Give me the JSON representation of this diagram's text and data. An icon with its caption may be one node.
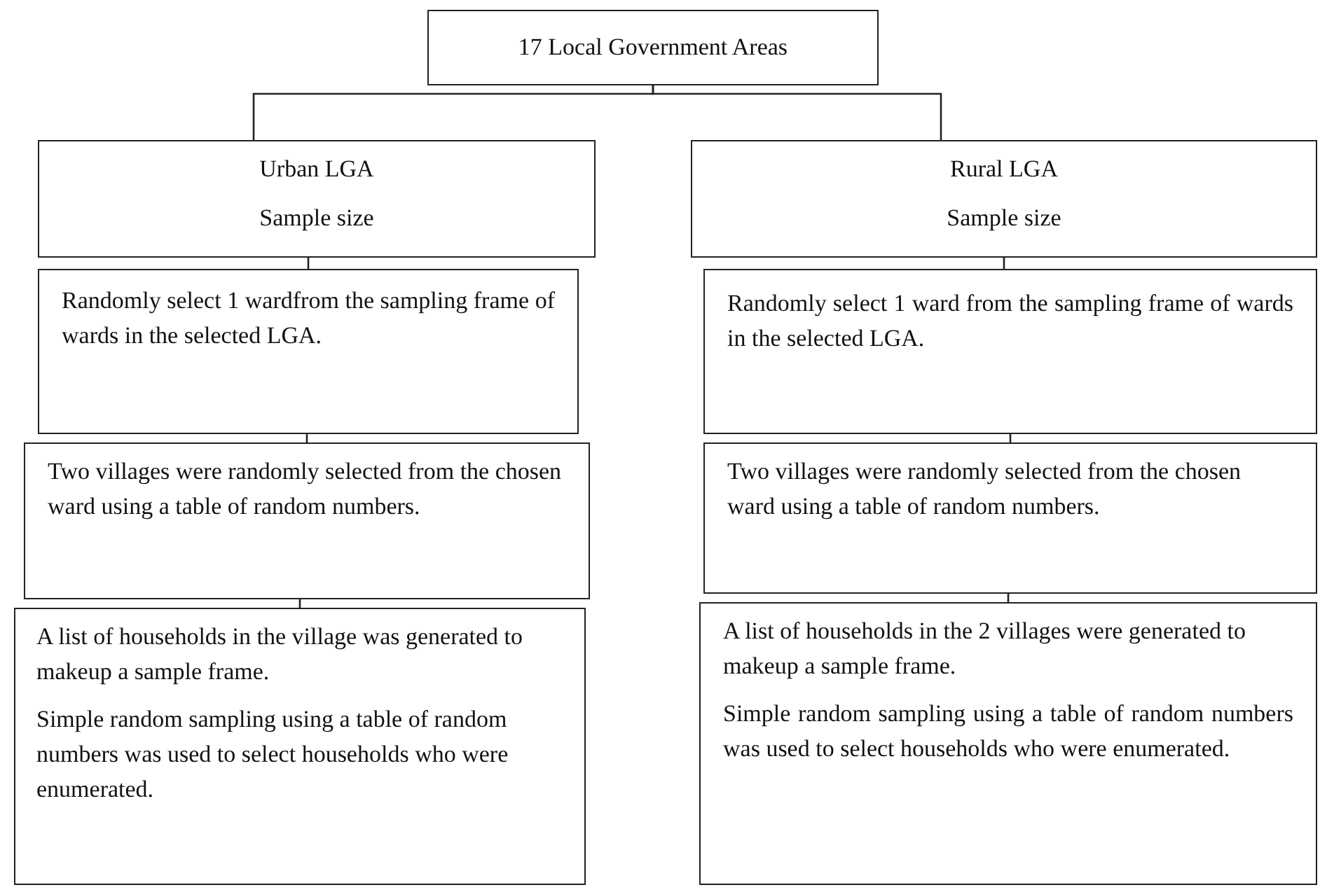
{
  "diagram": {
    "nodes": [
      {
        "text": [
          "17 Local Government Areas"
        ]
      },
      {
        "text": [
          "Urban LGA",
          "Sample size"
        ]
      },
      {
        "text": [
          "Rural LGA",
          "Sample size"
        ]
      },
      {
        "text": [
          "Randomly select 1 wardfrom the sampling frame of wards in the selected LGA."
        ]
      },
      {
        "text": [
          "Two villages were randomly selected from the chosen ward using a table of random numbers."
        ]
      },
      {
        "text": [
          "A list of households in the village was generated to makeup a sample frame.",
          "Simple random sampling using a table of random numbers was used to select households who were enumerated."
        ]
      },
      {
        "text": [
          "Randomly select 1 ward from the sampling frame of wards in the selected LGA."
        ]
      },
      {
        "text": [
          "Two villages were randomly selected from the chosen ward using a table of random numbers."
        ]
      },
      {
        "text": [
          "A list of households in the 2 villages were generated to makeup a sample frame.",
          "Simple random sampling using a table of random numbers was used to select households who were enumerated."
        ]
      }
    ],
    "edges": [
      {
        "from": 0,
        "to": 1,
        "arrow": "none"
      },
      {
        "from": 0,
        "to": 2,
        "arrow": "none"
      },
      {
        "from": 1,
        "to": 3,
        "arrow": "none"
      },
      {
        "from": 3,
        "to": 4,
        "arrow": "none"
      },
      {
        "from": 4,
        "to": 5,
        "arrow": "none"
      },
      {
        "from": 2,
        "to": 6,
        "arrow": "none"
      },
      {
        "from": 6,
        "to": 7,
        "arrow": "none"
      },
      {
        "from": 7,
        "to": 8,
        "arrow": "none"
      }
    ]
  }
}
